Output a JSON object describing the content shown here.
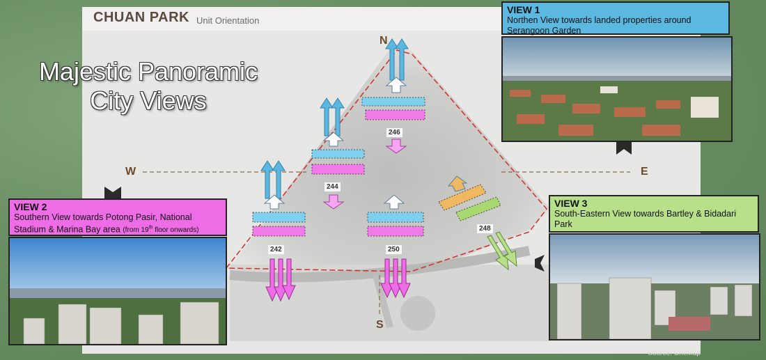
{
  "header": {
    "brand": "CHUAN PARK",
    "subtitle": "Unit Orientation"
  },
  "headline": {
    "line1": "Majestic Panoramic",
    "line2": "City Views"
  },
  "compass": {
    "north": "N",
    "south": "S",
    "east": "E",
    "west": "W"
  },
  "units": [
    "246",
    "244",
    "242",
    "250",
    "248"
  ],
  "views": [
    {
      "id": "view1",
      "title": "VIEW 1",
      "description": "Northen View towards landed properties around Serangoon Garden",
      "color": "#5bb8e0"
    },
    {
      "id": "view2",
      "title": "VIEW 2",
      "description_main": "Southern View towards Potong Pasir, National Stadium & Marina Bay area",
      "description_note_pre": "(from 19",
      "description_note_sup": "th",
      "description_note_post": " floor onwards)",
      "color": "#ee6ce5"
    },
    {
      "id": "view3",
      "title": "VIEW 3",
      "description": "South-Eastern View towards Bartley & Bidadari Park",
      "color": "#b8e08a"
    }
  ],
  "source": "Source: OneMap",
  "colors": {
    "north_arrow": "#5bb8e0",
    "south_arrow": "#ee6ce5",
    "southeast_arrow": "#b8e08a",
    "orange_units": "#f0b860",
    "boundary": "#d0302a"
  }
}
